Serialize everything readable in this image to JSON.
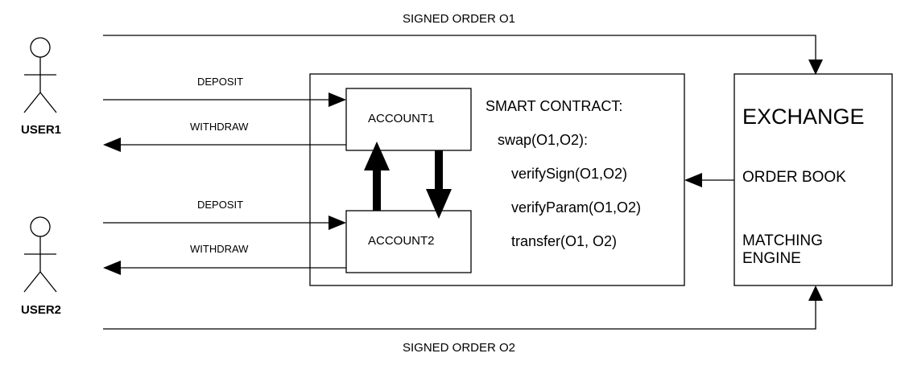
{
  "users": [
    {
      "label": "USER1",
      "icon": "actor-icon"
    },
    {
      "label": "USER2",
      "icon": "actor-icon"
    }
  ],
  "flows": {
    "signed_order_top": "SIGNED ORDER O1",
    "signed_order_bottom": "SIGNED ORDER O2",
    "deposit1": "DEPOSIT",
    "withdraw1": "WITHDRAW",
    "deposit2": "DEPOSIT",
    "withdraw2": "WITHDRAW"
  },
  "accounts": {
    "account1": "ACCOUNT1",
    "account2": "ACCOUNT2"
  },
  "smart_contract": {
    "title": "SMART CONTRACT:",
    "swap": "swap(O1,O2):",
    "steps": [
      "verifySign(O1,O2)",
      "verifyParam(O1,O2)",
      "transfer(O1, O2)"
    ]
  },
  "exchange": {
    "title": "EXCHANGE",
    "order_book": "ORDER BOOK",
    "matching_line1": "MATCHING",
    "matching_line2": "ENGINE"
  }
}
